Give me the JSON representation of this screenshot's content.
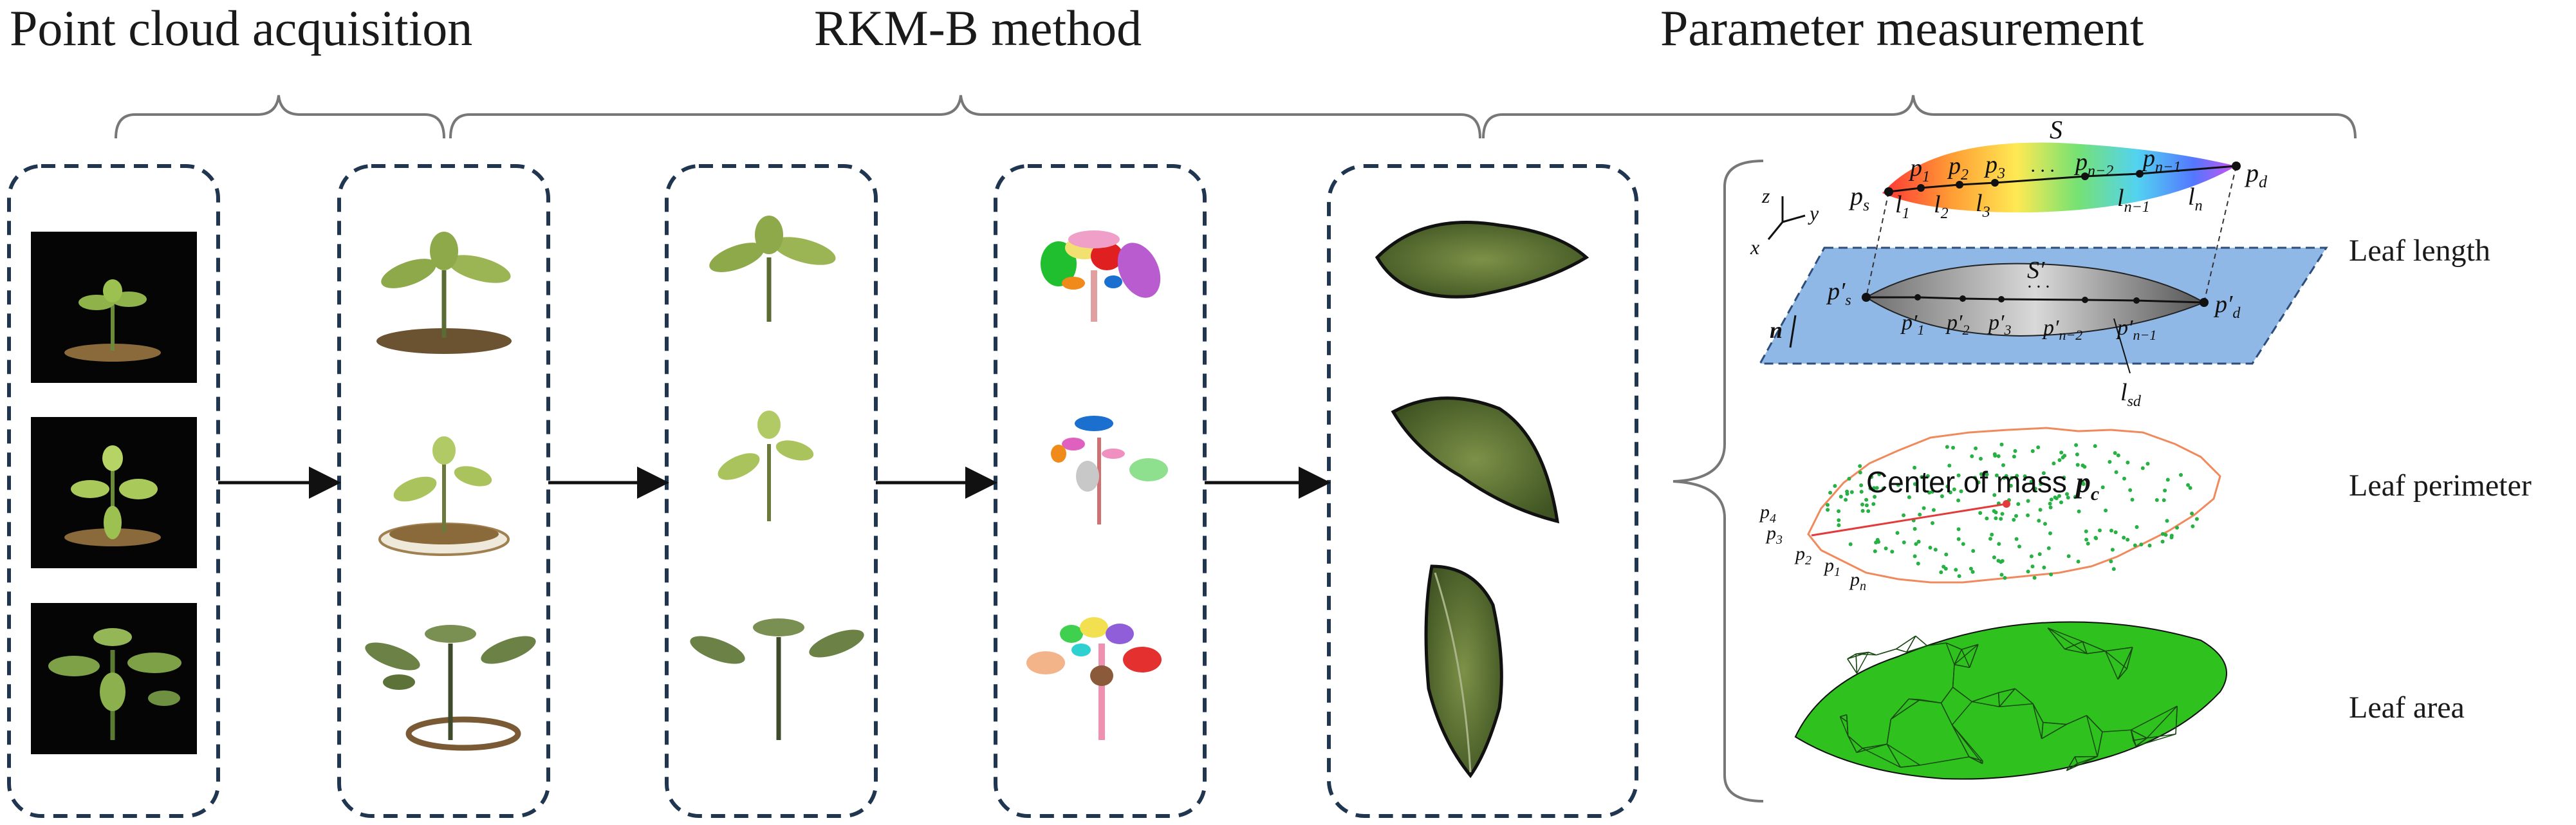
{
  "titles": {
    "acquisition": "Point cloud acquisition",
    "method": "RKM-B method",
    "measurement": "Parameter measurement"
  },
  "parameters": {
    "length": "Leaf length",
    "perimeter": "Leaf perimeter",
    "area": "Leaf area"
  },
  "length_panel": {
    "curve_label": "S",
    "proj_label": "S′",
    "start_point": "p",
    "start_sub": "s",
    "end_point": "p",
    "end_sub": "d",
    "top_points": [
      {
        "base": "p",
        "sub": "1"
      },
      {
        "base": "p",
        "sub": "2"
      },
      {
        "base": "p",
        "sub": "3"
      },
      {
        "base": "p",
        "sub": "n−2"
      },
      {
        "base": "p",
        "sub": "n−1"
      }
    ],
    "segments": [
      {
        "base": "l",
        "sub": "1"
      },
      {
        "base": "l",
        "sub": "2"
      },
      {
        "base": "l",
        "sub": "3"
      },
      {
        "base": "l",
        "sub": "n−1"
      },
      {
        "base": "l",
        "sub": "n"
      }
    ],
    "proj_start": {
      "base": "p′",
      "sub": "s"
    },
    "proj_end": {
      "base": "p′",
      "sub": "d"
    },
    "proj_points": [
      {
        "base": "p′",
        "sub": "1"
      },
      {
        "base": "p′",
        "sub": "2"
      },
      {
        "base": "p′",
        "sub": "3"
      },
      {
        "base": "p′",
        "sub": "n−2"
      },
      {
        "base": "p′",
        "sub": "n−1"
      }
    ],
    "distance": {
      "base": "l",
      "sub": "sd"
    },
    "normal": "n",
    "axes": {
      "z": "z",
      "y": "y",
      "x": "x"
    },
    "ellipsis": "·  ·  ·"
  },
  "perimeter_panel": {
    "center_text": "Center of mass",
    "center_symbol": {
      "base": "p",
      "sub": "c"
    },
    "edge_points": [
      {
        "base": "p",
        "sub": "4"
      },
      {
        "base": "p",
        "sub": "3"
      },
      {
        "base": "p",
        "sub": "2"
      },
      {
        "base": "p",
        "sub": "1"
      },
      {
        "base": "p",
        "sub": "n"
      }
    ]
  },
  "colors": {
    "box_stroke": "#1f3550",
    "plane_fill": "#8fb8e6",
    "perimeter_outline": "#f08a5d",
    "perimeter_dots": "#27b043",
    "mesh_fill": "#2fc21f",
    "centroid_line": "#e33b3b",
    "leaf_green": "#5d7436"
  }
}
